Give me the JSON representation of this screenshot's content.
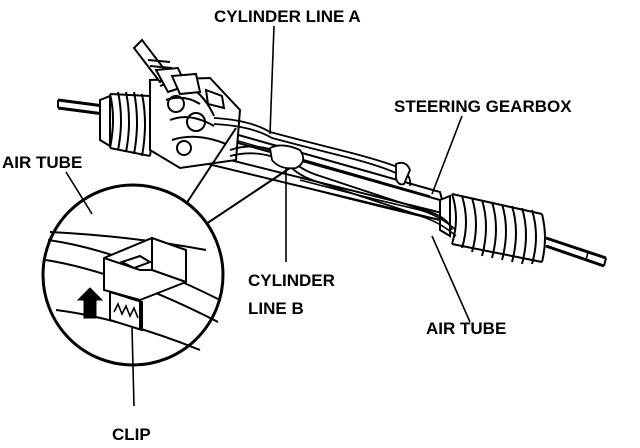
{
  "labels": {
    "cylinder_line_a": "CYLINDER LINE A",
    "steering_gearbox": "STEERING GEARBOX",
    "air_tube_left": "AIR TUBE",
    "cylinder_line_b_1": "CYLINDER",
    "cylinder_line_b_2": "LINE B",
    "air_tube_right": "AIR TUBE",
    "clip": "CLIP"
  },
  "colors": {
    "ink": "#000000",
    "paper": "#ffffff"
  }
}
